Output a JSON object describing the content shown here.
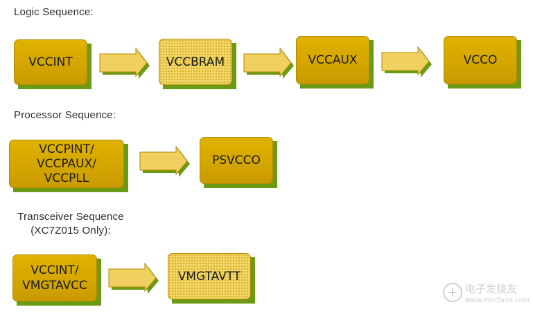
{
  "sections": {
    "logic": {
      "title": "Logic Sequence:",
      "nodes": [
        "VCCINT",
        "VCCBRAM",
        "VCCAUX",
        "VCCO"
      ]
    },
    "processor": {
      "title": "Processor Sequence:",
      "nodes": [
        "VCCPINT/\nVCCPAUX/\nVCCPLL",
        "PSVCCO"
      ]
    },
    "transceiver": {
      "title": "Transceiver Sequence\n(XC7Z015 Only):",
      "nodes": [
        "VCCINT/\nVMGTAVCC",
        "VMGTAVTT"
      ]
    }
  },
  "colors": {
    "box_fill": "#d4a600",
    "box_dotted": "#f3d66a",
    "shadow": "#6b9a14",
    "arrow_fill": "#f0d060"
  },
  "watermark": {
    "text_cn": "电子发烧友",
    "url": "www.elecfans.com",
    "icon": "circuit-logo-icon"
  }
}
